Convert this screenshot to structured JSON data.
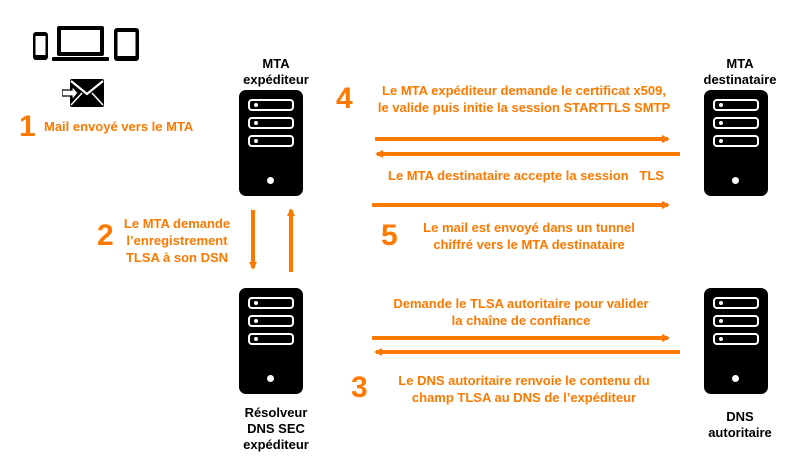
{
  "colors": {
    "accent": "#ff7900",
    "server": "#000000"
  },
  "nodes": {
    "mta_sender": "MTA\nexpéditeur",
    "mta_receiver": "MTA\ndestinataire",
    "resolver": "Résolveur\nDNS SEC\nexpéditeur",
    "dns_auth": "DNS\nautoritaire"
  },
  "steps": {
    "s1": {
      "num": "1",
      "text": "Mail envoyé vers le MTA"
    },
    "s2": {
      "num": "2",
      "text": "Le MTA demande\nl’enregistrement\nTLSA à son DSN"
    },
    "s3": {
      "num": "3",
      "text": "Le DNS autoritaire renvoie le contenu du\nchamp TLSA au DNS de l’expéditeur"
    },
    "s4": {
      "num": "4",
      "text": "Le MTA expéditeur demande le certificat x509,\nle valide puis initie la session STARTTLS SMTP"
    },
    "s5": {
      "num": "5",
      "text": "Le mail est envoyé dans un tunnel\nchiffré vers le MTA destinataire"
    }
  },
  "messages": {
    "accept": "Le MTA destinataire accepte la session   TLS",
    "request_tlsa": "Demande le TLSA autoritaire pour valider\nla chaîne de confiance"
  },
  "icons": [
    "phone-icon",
    "laptop-icon",
    "tablet-icon",
    "mail-send-icon",
    "server-icon"
  ]
}
